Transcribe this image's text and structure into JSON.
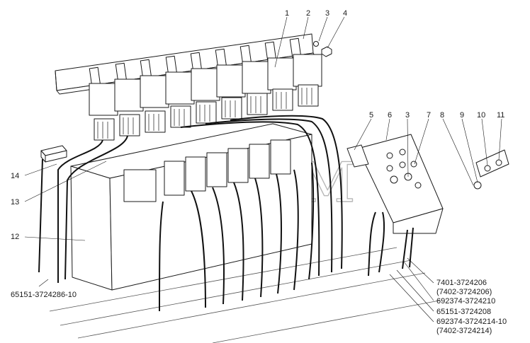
{
  "watermark": "GBSIM",
  "callouts": {
    "c1": "1",
    "c2": "2",
    "c3": "3",
    "c4": "4",
    "c5": "5",
    "c6": "6",
    "c3b": "3",
    "c7": "7",
    "c8": "8",
    "c9": "9",
    "c10": "10",
    "c11": "11",
    "c12": "12",
    "c13": "13",
    "c14": "14"
  },
  "part_numbers": {
    "left": "65151-3724286-10",
    "r1": "7401-3724206",
    "r2": "(7402-3724206)",
    "r3": "692374-3724210",
    "r4": "65151-3724208",
    "r5": "692374-3724214-10",
    "r6": "(7402-3724214)"
  }
}
